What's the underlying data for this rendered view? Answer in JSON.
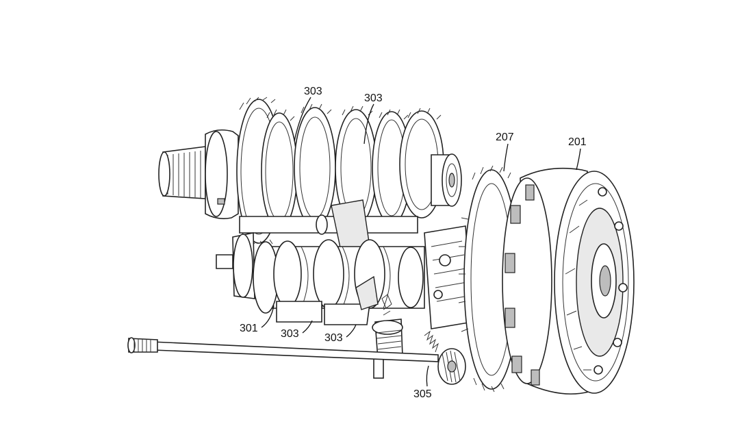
{
  "figure": {
    "labels": {
      "gear_select_fork_a": "303",
      "gear_select_fork_b": "303",
      "gear_select_fork_c": "303",
      "gear_select_fork_d": "303",
      "shift_drum": "301",
      "shift_mechanism": "305",
      "primary_driven_gear": "207",
      "clutch": "201"
    }
  }
}
